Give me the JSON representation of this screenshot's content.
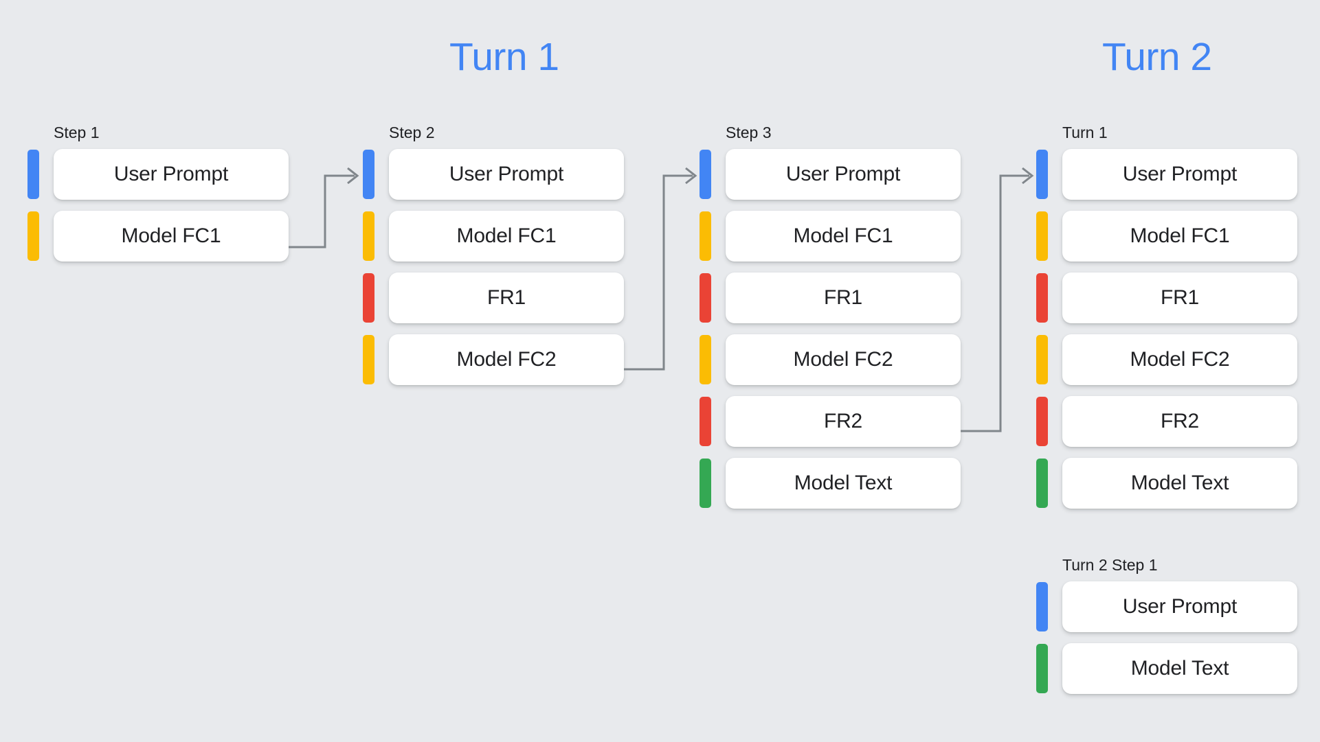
{
  "headers": [
    {
      "label": "Turn 1"
    },
    {
      "label": "Turn 2"
    }
  ],
  "palette": {
    "background": "#E8EAED",
    "blue": "#4285F4",
    "yellow": "#FBBC04",
    "red": "#EA4335",
    "green": "#34A853",
    "card": "#FFFFFF",
    "text": "#202124",
    "connector": "#80868B"
  },
  "columns": [
    {
      "id": "step-1",
      "label": "Step 1",
      "rows": [
        {
          "label": "User Prompt",
          "color": "#4285F4",
          "color_name": "blue"
        },
        {
          "label": "Model FC1",
          "color": "#FBBC04",
          "color_name": "yellow"
        }
      ]
    },
    {
      "id": "step-2",
      "label": "Step 2",
      "rows": [
        {
          "label": "User Prompt",
          "color": "#4285F4",
          "color_name": "blue"
        },
        {
          "label": "Model FC1",
          "color": "#FBBC04",
          "color_name": "yellow"
        },
        {
          "label": "FR1",
          "color": "#EA4335",
          "color_name": "red"
        },
        {
          "label": "Model FC2",
          "color": "#FBBC04",
          "color_name": "yellow"
        }
      ]
    },
    {
      "id": "step-3",
      "label": "Step 3",
      "rows": [
        {
          "label": "User Prompt",
          "color": "#4285F4",
          "color_name": "blue"
        },
        {
          "label": "Model FC1",
          "color": "#FBBC04",
          "color_name": "yellow"
        },
        {
          "label": "FR1",
          "color": "#EA4335",
          "color_name": "red"
        },
        {
          "label": "Model FC2",
          "color": "#FBBC04",
          "color_name": "yellow"
        },
        {
          "label": "FR2",
          "color": "#EA4335",
          "color_name": "red"
        },
        {
          "label": "Model Text",
          "color": "#34A853",
          "color_name": "green"
        }
      ]
    },
    {
      "id": "turn-1-final",
      "label": "Turn 1",
      "rows": [
        {
          "label": "User Prompt",
          "color": "#4285F4",
          "color_name": "blue"
        },
        {
          "label": "Model FC1",
          "color": "#FBBC04",
          "color_name": "yellow"
        },
        {
          "label": "FR1",
          "color": "#EA4335",
          "color_name": "red"
        },
        {
          "label": "Model FC2",
          "color": "#FBBC04",
          "color_name": "yellow"
        },
        {
          "label": "FR2",
          "color": "#EA4335",
          "color_name": "red"
        },
        {
          "label": "Model Text",
          "color": "#34A853",
          "color_name": "green"
        }
      ]
    },
    {
      "id": "turn-2-step-1",
      "label": "Turn 2 Step 1",
      "rows": [
        {
          "label": "User Prompt",
          "color": "#4285F4",
          "color_name": "blue"
        },
        {
          "label": "Model Text",
          "color": "#34A853",
          "color_name": "green"
        }
      ]
    }
  ],
  "connectors": [
    {
      "id": "step1-to-step2",
      "from": "step-1.Model FC1",
      "to": "step-2.User Prompt"
    },
    {
      "id": "step2-to-step3",
      "from": "step-2.Model FC2",
      "to": "step-3.User Prompt"
    },
    {
      "id": "step3-to-turn1",
      "from": "step-3.FR2",
      "to": "turn-1-final.User Prompt"
    }
  ]
}
